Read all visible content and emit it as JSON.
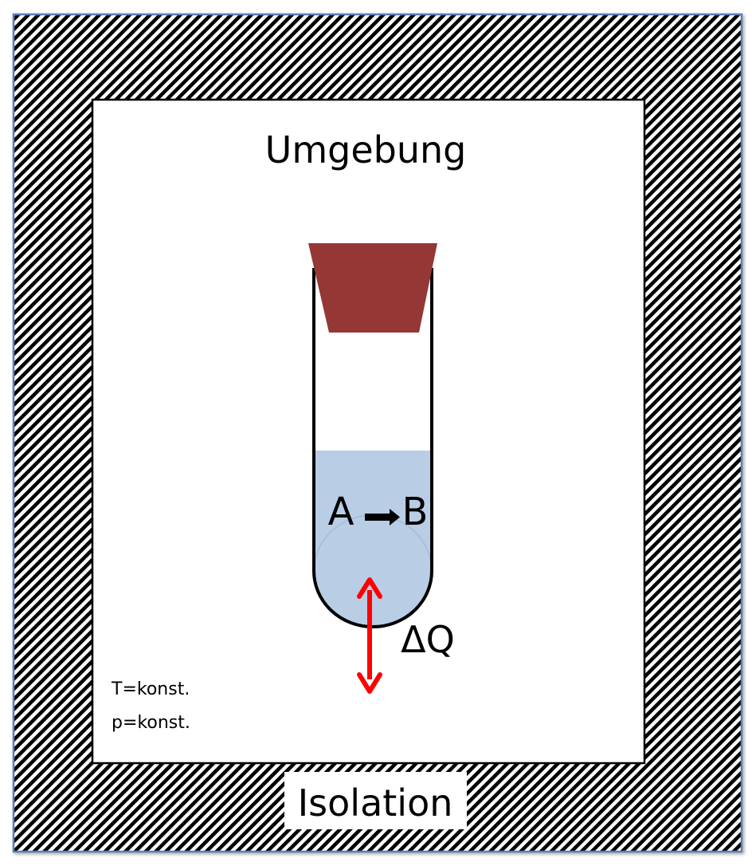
{
  "labels": {
    "surroundings": "Umgebung",
    "insulation": "Isolation",
    "reactant": "A",
    "product": "B",
    "heat": "ΔQ",
    "condition_temperature": "T=konst.",
    "condition_pressure": "p=konst."
  },
  "colors": {
    "outer_border": "#5b7fb8",
    "hatch": "#000000",
    "stopper": "#953735",
    "liquid": "#b9cde5",
    "heat_arrow": "#ff0000",
    "tube_wall": "#000000"
  },
  "icons": {
    "reaction_arrow": "right-arrow-icon",
    "heat_arrow": "double-headed-arrow-icon"
  }
}
